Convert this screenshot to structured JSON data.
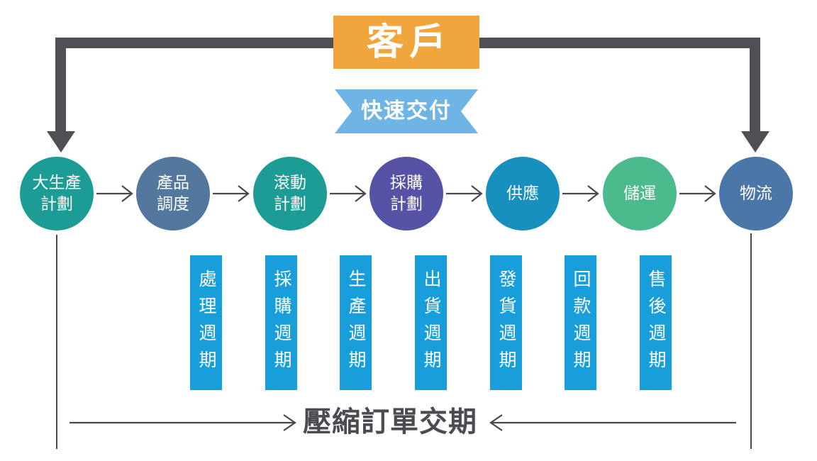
{
  "diagram": {
    "customer": {
      "label": "客戶"
    },
    "ribbon": {
      "label": "快速交付"
    },
    "stages": [
      {
        "label": "大生產\n計劃",
        "color": "#1D9C96"
      },
      {
        "label": "產品\n調度",
        "color": "#54779E"
      },
      {
        "label": "滾動\n計劃",
        "color": "#1D9C96"
      },
      {
        "label": "採購\n計劃",
        "color": "#5653A7"
      },
      {
        "label": "供應",
        "color": "#1790BE"
      },
      {
        "label": "儲運",
        "color": "#4BBA8C"
      },
      {
        "label": "物流",
        "color": "#4B77A8"
      }
    ],
    "cycles": [
      {
        "label": "處理週期"
      },
      {
        "label": "採購週期"
      },
      {
        "label": "生產週期"
      },
      {
        "label": "出貨週期"
      },
      {
        "label": "發貨週期"
      },
      {
        "label": "回款週期"
      },
      {
        "label": "售後週期"
      }
    ],
    "bottom_title": "壓縮訂單交期",
    "colors": {
      "customer_bg": "#F0A63C",
      "ribbon_bg": "#6EB4E4",
      "cycle_bar_bg": "#199EDC",
      "big_arrow": "#524E56",
      "thin_arrow": "#4A474E",
      "title_text": "#4D4A52"
    }
  }
}
